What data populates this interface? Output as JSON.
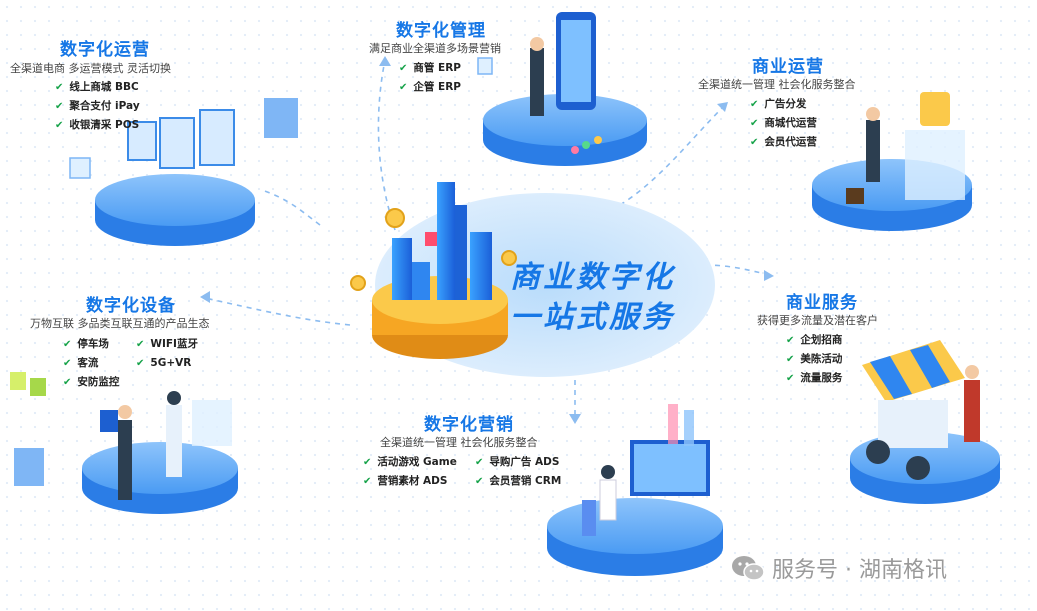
{
  "center": {
    "line1": "商业数字化",
    "line2": "一站式服务"
  },
  "sections": {
    "ops": {
      "title": "数字化运营",
      "subtitle": "全渠道电商  多运营模式  灵活切换",
      "items": [
        "线上商城 BBC",
        "聚合支付 iPay",
        "收银清采 POS"
      ]
    },
    "mgmt": {
      "title": "数字化管理",
      "subtitle": "满足商业全渠道多场景营销",
      "items": [
        "商管 ERP",
        "企管 ERP"
      ]
    },
    "bizops": {
      "title": "商业运营",
      "subtitle": "全渠道统一管理  社会化服务整合",
      "items": [
        "广告分发",
        "商城代运营",
        "会员代运营"
      ]
    },
    "device": {
      "title": "数字化设备",
      "subtitle": "万物互联  多品类互联互通的产品生态",
      "items_left": [
        "停车场",
        "客流",
        "安防监控"
      ],
      "items_right": [
        "WIFI蓝牙",
        "5G+VR"
      ]
    },
    "service": {
      "title": "商业服务",
      "subtitle": "获得更多流量及潜在客户",
      "items": [
        "企划招商",
        "美陈活动",
        "流量服务"
      ]
    },
    "marketing": {
      "title": "数字化营销",
      "subtitle": "全渠道统一管理  社会化服务整合",
      "items_left": [
        "活动游戏 Game",
        "营销素材 ADS"
      ],
      "items_right": [
        "导购广告 ADS",
        "会员营销 CRM"
      ]
    }
  },
  "watermark": {
    "text": "服务号 · 湖南格讯",
    "icon": "wechat-icon"
  },
  "check_icon": "✔",
  "colors": {
    "accent": "#1677e6",
    "check": "#17a34a",
    "platform": "#3d8ef0",
    "orange": "#f6a623"
  }
}
